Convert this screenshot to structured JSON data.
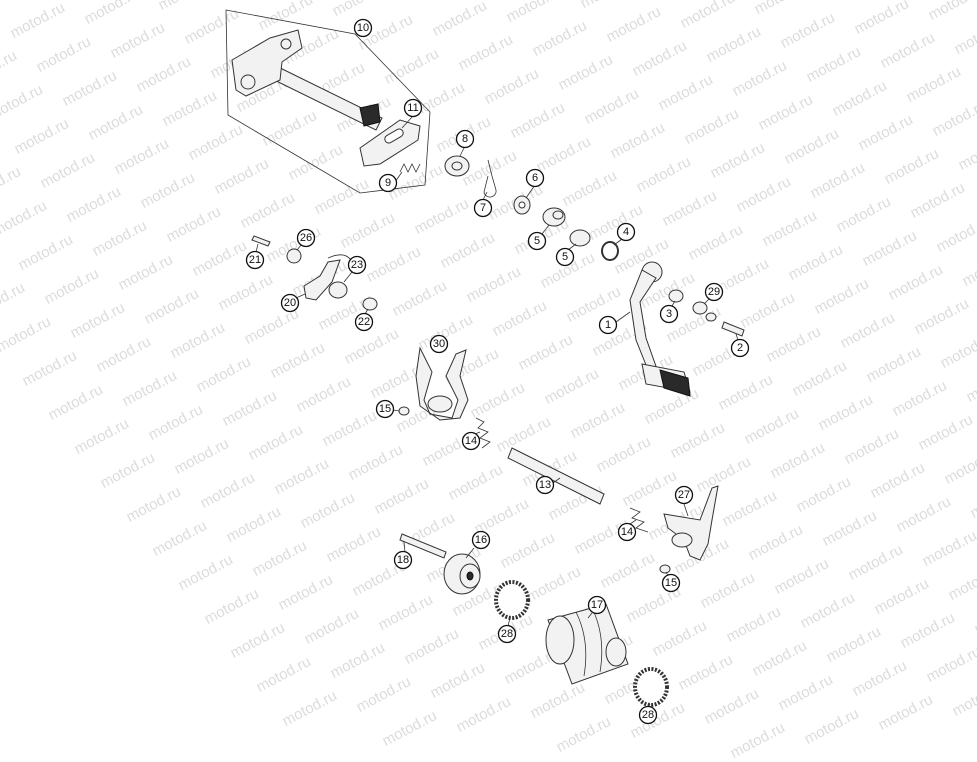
{
  "watermark": {
    "text": "motod.ru"
  },
  "callouts": [
    {
      "label": "10",
      "part": "shift-shaft-assembly"
    },
    {
      "label": "11",
      "part": "shift-lever-plate"
    },
    {
      "label": "8",
      "part": "collar-bushing"
    },
    {
      "label": "9",
      "part": "spring"
    },
    {
      "label": "7",
      "part": "clip"
    },
    {
      "label": "6",
      "part": "washer"
    },
    {
      "label": "5",
      "part": "bushing-a"
    },
    {
      "label": "5",
      "part": "bushing-b"
    },
    {
      "label": "4",
      "part": "o-ring"
    },
    {
      "label": "1",
      "part": "shift-pedal"
    },
    {
      "label": "3",
      "part": "washer-small"
    },
    {
      "label": "29",
      "part": "spacer"
    },
    {
      "label": "2",
      "part": "bolt"
    },
    {
      "label": "26",
      "part": "locking-lever-spring"
    },
    {
      "label": "21",
      "part": "bolt-small"
    },
    {
      "label": "23",
      "part": "roller-bearing"
    },
    {
      "label": "20",
      "part": "locking-lever"
    },
    {
      "label": "22",
      "part": "bushing-small"
    },
    {
      "label": "30",
      "part": "shift-fork-upper"
    },
    {
      "label": "15",
      "part": "roller-left"
    },
    {
      "label": "14",
      "part": "spring-left"
    },
    {
      "label": "13",
      "part": "shift-rail"
    },
    {
      "label": "27",
      "part": "shift-fork-right"
    },
    {
      "label": "14",
      "part": "spring-right"
    },
    {
      "label": "15",
      "part": "roller-right"
    },
    {
      "label": "18",
      "part": "shift-drum-bolt"
    },
    {
      "label": "16",
      "part": "shift-drum-locating"
    },
    {
      "label": "28",
      "part": "needle-bearing-left"
    },
    {
      "label": "17",
      "part": "shift-drum"
    },
    {
      "label": "28",
      "part": "needle-bearing-right"
    }
  ]
}
